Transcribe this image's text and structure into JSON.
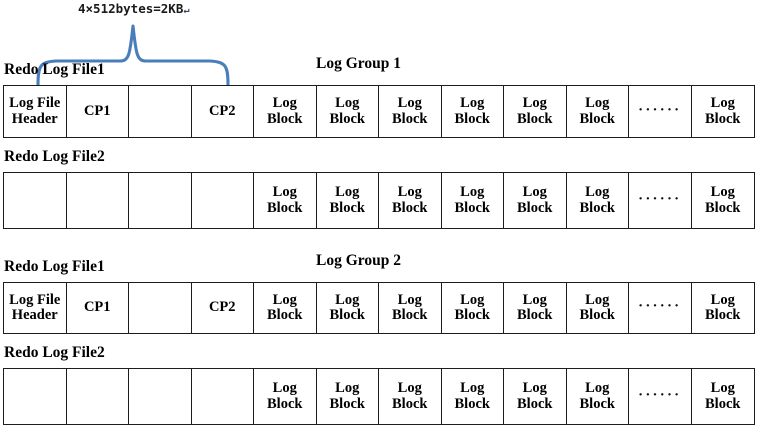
{
  "diagram": {
    "title_annotation": "4×512bytes=2KB",
    "annotation_mark": "↵",
    "accent_color": "#4a7ebb",
    "line_color": "#1c1c1c",
    "labels": {
      "redo_log_file1": "Redo Log File1",
      "redo_log_file2": "Redo Log File2",
      "log_group_1": "Log Group 1",
      "log_group_2": "Log Group 2"
    },
    "cell_text": {
      "log_file_header": "Log File\nHeader",
      "log_file_header_line1": "Log File",
      "log_file_header_line2": "Header",
      "cp1": "CP1",
      "cp2": "CP2",
      "log_block_line1": "Log",
      "log_block_line2": "Block",
      "ellipsis": "······",
      "empty": ""
    },
    "groups": [
      {
        "name": "Log Group 1",
        "files": [
          {
            "label": "Redo Log File1",
            "cells": [
              {
                "type": "header",
                "l1": "Log File",
                "l2": "Header"
              },
              {
                "type": "text",
                "l1": "CP1",
                "l2": ""
              },
              {
                "type": "empty",
                "l1": "",
                "l2": ""
              },
              {
                "type": "text",
                "l1": "CP2",
                "l2": ""
              },
              {
                "type": "block",
                "l1": "Log",
                "l2": "Block"
              },
              {
                "type": "block",
                "l1": "Log",
                "l2": "Block"
              },
              {
                "type": "block",
                "l1": "Log",
                "l2": "Block"
              },
              {
                "type": "block",
                "l1": "Log",
                "l2": "Block"
              },
              {
                "type": "block",
                "l1": "Log",
                "l2": "Block"
              },
              {
                "type": "block",
                "l1": "Log",
                "l2": "Block"
              },
              {
                "type": "ellipsis",
                "l1": "",
                "l2": ""
              },
              {
                "type": "block",
                "l1": "Log",
                "l2": "Block"
              }
            ]
          },
          {
            "label": "Redo Log File2",
            "cells": [
              {
                "type": "empty",
                "l1": "",
                "l2": ""
              },
              {
                "type": "empty",
                "l1": "",
                "l2": ""
              },
              {
                "type": "empty",
                "l1": "",
                "l2": ""
              },
              {
                "type": "empty",
                "l1": "",
                "l2": ""
              },
              {
                "type": "block",
                "l1": "Log",
                "l2": "Block"
              },
              {
                "type": "block",
                "l1": "Log",
                "l2": "Block"
              },
              {
                "type": "block",
                "l1": "Log",
                "l2": "Block"
              },
              {
                "type": "block",
                "l1": "Log",
                "l2": "Block"
              },
              {
                "type": "block",
                "l1": "Log",
                "l2": "Block"
              },
              {
                "type": "block",
                "l1": "Log",
                "l2": "Block"
              },
              {
                "type": "ellipsis",
                "l1": "",
                "l2": ""
              },
              {
                "type": "block",
                "l1": "Log",
                "l2": "Block"
              }
            ]
          }
        ]
      },
      {
        "name": "Log Group 2",
        "files": [
          {
            "label": "Redo Log File1",
            "cells": [
              {
                "type": "header",
                "l1": "Log File",
                "l2": "Header"
              },
              {
                "type": "text",
                "l1": "CP1",
                "l2": ""
              },
              {
                "type": "empty",
                "l1": "",
                "l2": ""
              },
              {
                "type": "text",
                "l1": "CP2",
                "l2": ""
              },
              {
                "type": "block",
                "l1": "Log",
                "l2": "Block"
              },
              {
                "type": "block",
                "l1": "Log",
                "l2": "Block"
              },
              {
                "type": "block",
                "l1": "Log",
                "l2": "Block"
              },
              {
                "type": "block",
                "l1": "Log",
                "l2": "Block"
              },
              {
                "type": "block",
                "l1": "Log",
                "l2": "Block"
              },
              {
                "type": "block",
                "l1": "Log",
                "l2": "Block"
              },
              {
                "type": "ellipsis",
                "l1": "",
                "l2": ""
              },
              {
                "type": "block",
                "l1": "Log",
                "l2": "Block"
              }
            ]
          },
          {
            "label": "Redo Log File2",
            "cells": [
              {
                "type": "empty",
                "l1": "",
                "l2": ""
              },
              {
                "type": "empty",
                "l1": "",
                "l2": ""
              },
              {
                "type": "empty",
                "l1": "",
                "l2": ""
              },
              {
                "type": "empty",
                "l1": "",
                "l2": ""
              },
              {
                "type": "block",
                "l1": "Log",
                "l2": "Block"
              },
              {
                "type": "block",
                "l1": "Log",
                "l2": "Block"
              },
              {
                "type": "block",
                "l1": "Log",
                "l2": "Block"
              },
              {
                "type": "block",
                "l1": "Log",
                "l2": "Block"
              },
              {
                "type": "block",
                "l1": "Log",
                "l2": "Block"
              },
              {
                "type": "block",
                "l1": "Log",
                "l2": "Block"
              },
              {
                "type": "ellipsis",
                "l1": "",
                "l2": ""
              },
              {
                "type": "block",
                "l1": "Log",
                "l2": "Block"
              }
            ]
          }
        ]
      }
    ]
  }
}
